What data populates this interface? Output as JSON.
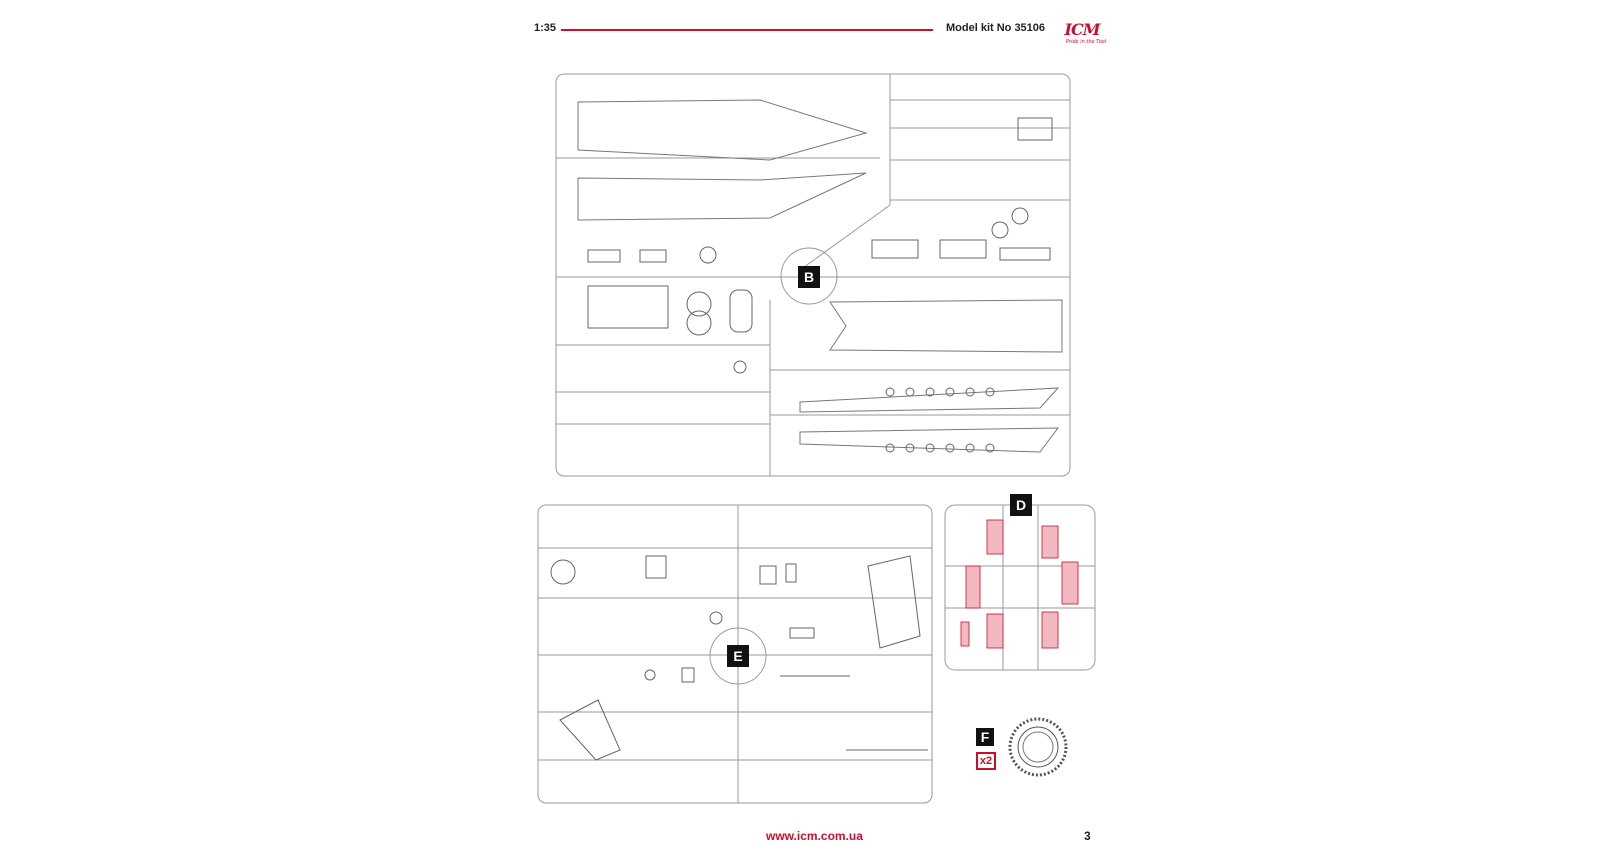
{
  "header": {
    "scale": "1:35",
    "title": "Model kit No 35106",
    "logo": "ICM",
    "logo_tagline": "Pride in the Tool"
  },
  "sprues": [
    {
      "id": "B",
      "label": "B"
    },
    {
      "id": "E",
      "label": "E"
    },
    {
      "id": "D",
      "label": "D"
    },
    {
      "id": "F",
      "label": "F",
      "quantity": "x2"
    }
  ],
  "colors": {
    "accent": "#c8102e",
    "sprue_line": "#9a9a9a",
    "clear_part": "#f2b8bf"
  },
  "footer": {
    "url": "www.icm.com.ua",
    "page_number": "3"
  }
}
